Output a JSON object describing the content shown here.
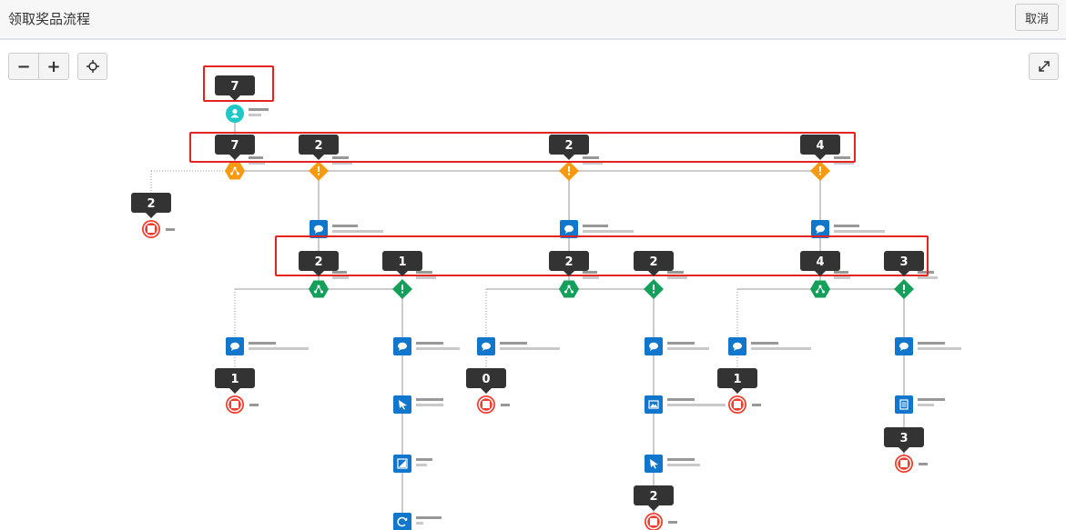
{
  "header": {
    "title": "领取奖品流程",
    "cancel_label": "取消"
  },
  "toolbar": {
    "zoom_out": "−",
    "zoom_in": "+"
  },
  "colors": {
    "teal": "#1fc7c7",
    "orange": "#f79a0f",
    "green": "#14a05a",
    "blue": "#1177cc",
    "red": "#ef3e2f",
    "badge": "#333333",
    "highlight": "#e52222",
    "line": "#cccccc"
  },
  "flow": {
    "badges": {
      "top": "7",
      "orange_split": "7",
      "orange_1": "2",
      "orange_2": "2",
      "orange_3": "4",
      "end_left": "2",
      "g1_split": "2",
      "g1_cond": "1",
      "g2_split": "2",
      "g2_cond": "2",
      "g3_split": "4",
      "g3_cond": "3",
      "g1_end": "1",
      "g2_end": "0",
      "g3_end": "1",
      "g2_cond_end": "2",
      "g3_cond_end": "3"
    },
    "icons": [
      "user-icon",
      "split-icon",
      "condition-icon",
      "message-icon",
      "cursor-icon",
      "image-icon",
      "edit-icon",
      "refresh-icon",
      "document-icon",
      "stop-icon"
    ]
  }
}
